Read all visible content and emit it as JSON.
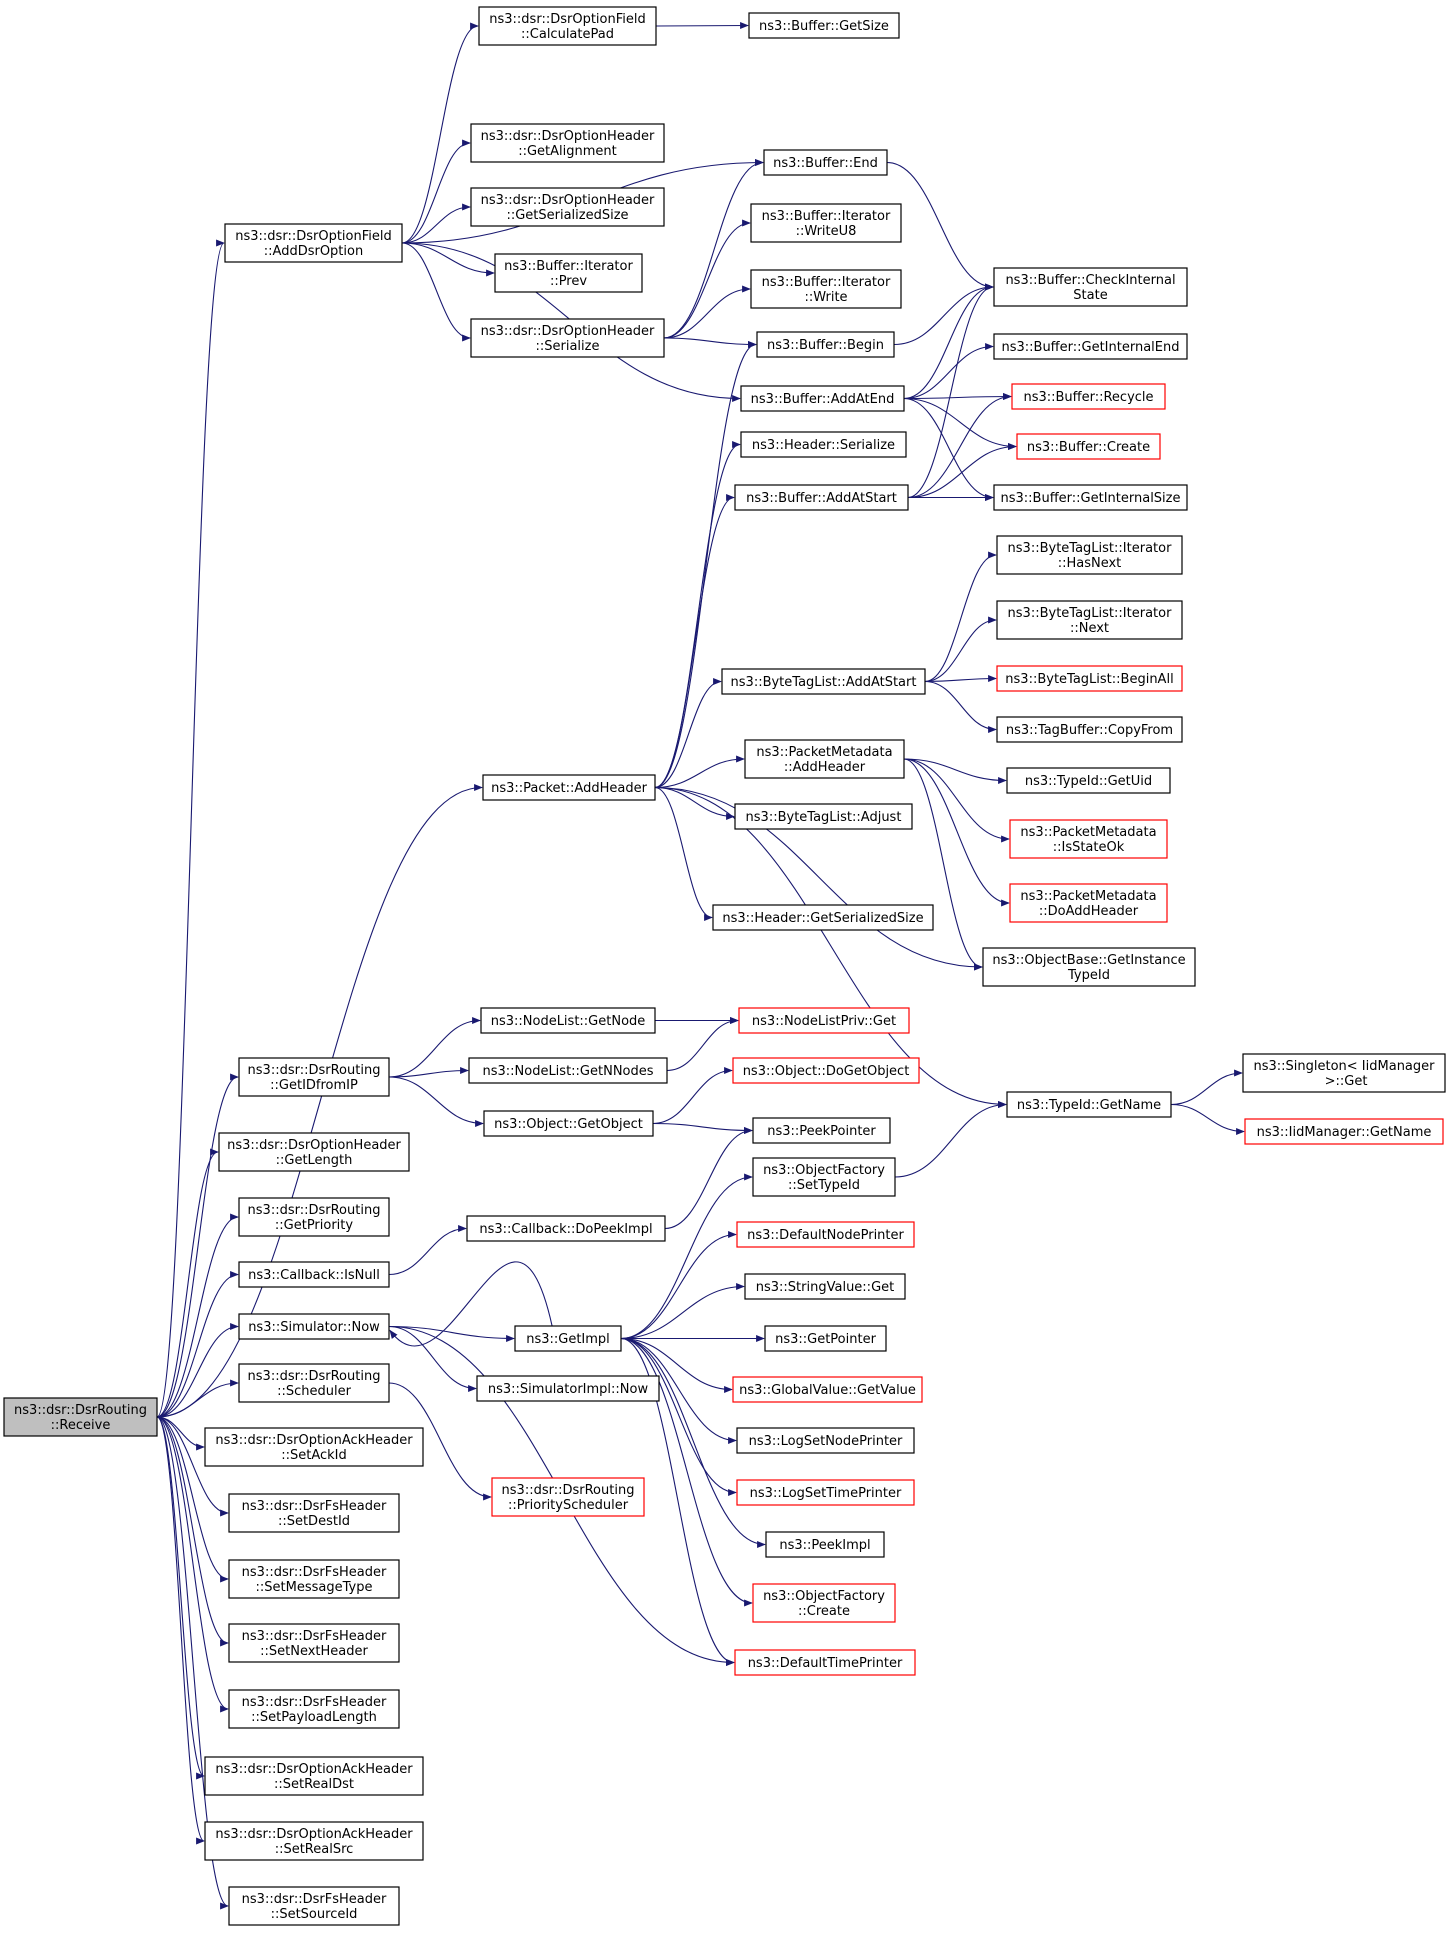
{
  "colors": {
    "edge": "#191970",
    "box_border": "#000000",
    "missing_border": "#ff0000",
    "root_fill": "#bfbfbf",
    "box_fill": "#ffffff"
  },
  "nodes": [
    {
      "id": "n0",
      "lines": [
        "ns3::dsr::DsrRouting",
        "::Receive"
      ],
      "style": "root"
    },
    {
      "id": "n1",
      "lines": [
        "ns3::dsr::DsrOptionField",
        "::AddDsrOption"
      ],
      "style": "normal"
    },
    {
      "id": "n2",
      "lines": [
        "ns3::dsr::DsrOptionField",
        "::CalculatePad"
      ],
      "style": "normal"
    },
    {
      "id": "n3",
      "lines": [
        "ns3::Buffer::GetSize"
      ],
      "style": "normal"
    },
    {
      "id": "n4",
      "lines": [
        "ns3::dsr::DsrOptionHeader",
        "::GetAlignment"
      ],
      "style": "normal"
    },
    {
      "id": "n5",
      "lines": [
        "ns3::dsr::DsrOptionHeader",
        "::GetSerializedSize"
      ],
      "style": "normal"
    },
    {
      "id": "n6",
      "lines": [
        "ns3::Buffer::Iterator",
        "::Prev"
      ],
      "style": "normal"
    },
    {
      "id": "n7",
      "lines": [
        "ns3::dsr::DsrOptionHeader",
        "::Serialize"
      ],
      "style": "normal"
    },
    {
      "id": "n8",
      "lines": [
        "ns3::Buffer::End"
      ],
      "style": "normal"
    },
    {
      "id": "n9",
      "lines": [
        "ns3::Buffer::Iterator",
        "::WriteU8"
      ],
      "style": "normal"
    },
    {
      "id": "n10",
      "lines": [
        "ns3::Buffer::Iterator",
        "::Write"
      ],
      "style": "normal"
    },
    {
      "id": "n11",
      "lines": [
        "ns3::Buffer::Begin"
      ],
      "style": "normal"
    },
    {
      "id": "n12",
      "lines": [
        "ns3::Buffer::CheckInternal",
        "State"
      ],
      "style": "normal"
    },
    {
      "id": "n13",
      "lines": [
        "ns3::Buffer::GetInternalEnd"
      ],
      "style": "normal"
    },
    {
      "id": "n14",
      "lines": [
        "ns3::Buffer::AddAtEnd"
      ],
      "style": "normal"
    },
    {
      "id": "n15",
      "lines": [
        "ns3::Buffer::Recycle"
      ],
      "style": "missing"
    },
    {
      "id": "n16",
      "lines": [
        "ns3::Header::Serialize"
      ],
      "style": "normal"
    },
    {
      "id": "n17",
      "lines": [
        "ns3::Buffer::Create"
      ],
      "style": "missing"
    },
    {
      "id": "n18",
      "lines": [
        "ns3::Buffer::AddAtStart"
      ],
      "style": "normal"
    },
    {
      "id": "n19",
      "lines": [
        "ns3::Buffer::GetInternalSize"
      ],
      "style": "normal"
    },
    {
      "id": "n20",
      "lines": [
        "ns3::ByteTagList::Iterator",
        "::HasNext"
      ],
      "style": "normal"
    },
    {
      "id": "n21",
      "lines": [
        "ns3::ByteTagList::Iterator",
        "::Next"
      ],
      "style": "normal"
    },
    {
      "id": "n22",
      "lines": [
        "ns3::ByteTagList::AddAtStart"
      ],
      "style": "normal"
    },
    {
      "id": "n23",
      "lines": [
        "ns3::ByteTagList::BeginAll"
      ],
      "style": "missing"
    },
    {
      "id": "n24",
      "lines": [
        "ns3::TagBuffer::CopyFrom"
      ],
      "style": "normal"
    },
    {
      "id": "n25",
      "lines": [
        "ns3::PacketMetadata",
        "::AddHeader"
      ],
      "style": "normal"
    },
    {
      "id": "n26",
      "lines": [
        "ns3::TypeId::GetUid"
      ],
      "style": "normal"
    },
    {
      "id": "n27",
      "lines": [
        "ns3::Packet::AddHeader"
      ],
      "style": "normal"
    },
    {
      "id": "n28",
      "lines": [
        "ns3::ByteTagList::Adjust"
      ],
      "style": "normal"
    },
    {
      "id": "n29",
      "lines": [
        "ns3::PacketMetadata",
        "::IsStateOk"
      ],
      "style": "missing"
    },
    {
      "id": "n30",
      "lines": [
        "ns3::PacketMetadata",
        "::DoAddHeader"
      ],
      "style": "missing"
    },
    {
      "id": "n31",
      "lines": [
        "ns3::Header::GetSerializedSize"
      ],
      "style": "normal"
    },
    {
      "id": "n32",
      "lines": [
        "ns3::ObjectBase::GetInstance",
        "TypeId"
      ],
      "style": "normal"
    },
    {
      "id": "n33",
      "lines": [
        "ns3::NodeList::GetNode"
      ],
      "style": "normal"
    },
    {
      "id": "n34",
      "lines": [
        "ns3::NodeListPriv::Get"
      ],
      "style": "missing"
    },
    {
      "id": "n35",
      "lines": [
        "ns3::dsr::DsrRouting",
        "::GetIDfromIP"
      ],
      "style": "normal"
    },
    {
      "id": "n36",
      "lines": [
        "ns3::NodeList::GetNNodes"
      ],
      "style": "normal"
    },
    {
      "id": "n37",
      "lines": [
        "ns3::Object::DoGetObject"
      ],
      "style": "missing"
    },
    {
      "id": "n38",
      "lines": [
        "ns3::Singleton< IidManager",
        " >::Get"
      ],
      "style": "normal"
    },
    {
      "id": "n39",
      "lines": [
        "ns3::TypeId::GetName"
      ],
      "style": "normal"
    },
    {
      "id": "n40",
      "lines": [
        "ns3::Object::GetObject"
      ],
      "style": "normal"
    },
    {
      "id": "n41",
      "lines": [
        "ns3::PeekPointer"
      ],
      "style": "normal"
    },
    {
      "id": "n42",
      "lines": [
        "ns3::IidManager::GetName"
      ],
      "style": "missing"
    },
    {
      "id": "n43",
      "lines": [
        "ns3::dsr::DsrOptionHeader",
        "::GetLength"
      ],
      "style": "normal"
    },
    {
      "id": "n44",
      "lines": [
        "ns3::ObjectFactory",
        "::SetTypeId"
      ],
      "style": "normal"
    },
    {
      "id": "n45",
      "lines": [
        "ns3::dsr::DsrRouting",
        "::GetPriority"
      ],
      "style": "normal"
    },
    {
      "id": "n46",
      "lines": [
        "ns3::Callback::DoPeekImpl"
      ],
      "style": "normal"
    },
    {
      "id": "n47",
      "lines": [
        "ns3::DefaultNodePrinter"
      ],
      "style": "missing"
    },
    {
      "id": "n48",
      "lines": [
        "ns3::Callback::IsNull"
      ],
      "style": "normal"
    },
    {
      "id": "n49",
      "lines": [
        "ns3::StringValue::Get"
      ],
      "style": "normal"
    },
    {
      "id": "n50",
      "lines": [
        "ns3::Simulator::Now"
      ],
      "style": "normal"
    },
    {
      "id": "n51",
      "lines": [
        "ns3::GetImpl"
      ],
      "style": "normal"
    },
    {
      "id": "n52",
      "lines": [
        "ns3::GetPointer"
      ],
      "style": "normal"
    },
    {
      "id": "n53",
      "lines": [
        "ns3::dsr::DsrRouting",
        "::Scheduler"
      ],
      "style": "normal"
    },
    {
      "id": "n54",
      "lines": [
        "ns3::SimulatorImpl::Now"
      ],
      "style": "normal"
    },
    {
      "id": "n55",
      "lines": [
        "ns3::GlobalValue::GetValue"
      ],
      "style": "missing"
    },
    {
      "id": "n56",
      "lines": [
        "ns3::dsr::DsrOptionAckHeader",
        "::SetAckId"
      ],
      "style": "normal"
    },
    {
      "id": "n57",
      "lines": [
        "ns3::LogSetNodePrinter"
      ],
      "style": "normal"
    },
    {
      "id": "n58",
      "lines": [
        "ns3::dsr::DsrRouting",
        "::PriorityScheduler"
      ],
      "style": "missing"
    },
    {
      "id": "n59",
      "lines": [
        "ns3::LogSetTimePrinter"
      ],
      "style": "missing"
    },
    {
      "id": "n60",
      "lines": [
        "ns3::dsr::DsrFsHeader",
        "::SetDestId"
      ],
      "style": "normal"
    },
    {
      "id": "n61",
      "lines": [
        "ns3::PeekImpl"
      ],
      "style": "normal"
    },
    {
      "id": "n62",
      "lines": [
        "ns3::dsr::DsrFsHeader",
        "::SetMessageType"
      ],
      "style": "normal"
    },
    {
      "id": "n63",
      "lines": [
        "ns3::ObjectFactory",
        "::Create"
      ],
      "style": "missing"
    },
    {
      "id": "n64",
      "lines": [
        "ns3::dsr::DsrFsHeader",
        "::SetNextHeader"
      ],
      "style": "normal"
    },
    {
      "id": "n65",
      "lines": [
        "ns3::DefaultTimePrinter"
      ],
      "style": "missing"
    },
    {
      "id": "n66",
      "lines": [
        "ns3::dsr::DsrFsHeader",
        "::SetPayloadLength"
      ],
      "style": "normal"
    },
    {
      "id": "n67",
      "lines": [
        "ns3::dsr::DsrOptionAckHeader",
        "::SetRealDst"
      ],
      "style": "normal"
    },
    {
      "id": "n68",
      "lines": [
        "ns3::dsr::DsrOptionAckHeader",
        "::SetRealSrc"
      ],
      "style": "normal"
    },
    {
      "id": "n69",
      "lines": [
        "ns3::dsr::DsrFsHeader",
        "::SetSourceId"
      ],
      "style": "normal"
    }
  ],
  "edges": [
    [
      "n0",
      "n1"
    ],
    [
      "n0",
      "n27"
    ],
    [
      "n0",
      "n35"
    ],
    [
      "n0",
      "n43"
    ],
    [
      "n0",
      "n45"
    ],
    [
      "n0",
      "n48"
    ],
    [
      "n0",
      "n50"
    ],
    [
      "n0",
      "n53"
    ],
    [
      "n0",
      "n56"
    ],
    [
      "n0",
      "n60"
    ],
    [
      "n0",
      "n62"
    ],
    [
      "n0",
      "n64"
    ],
    [
      "n0",
      "n66"
    ],
    [
      "n0",
      "n67"
    ],
    [
      "n0",
      "n68"
    ],
    [
      "n0",
      "n69"
    ],
    [
      "n1",
      "n2"
    ],
    [
      "n1",
      "n8"
    ],
    [
      "n1",
      "n4"
    ],
    [
      "n1",
      "n5"
    ],
    [
      "n1",
      "n6"
    ],
    [
      "n1",
      "n7"
    ],
    [
      "n1",
      "n14"
    ],
    [
      "n2",
      "n3"
    ],
    [
      "n8",
      "n12"
    ],
    [
      "n7",
      "n8"
    ],
    [
      "n7",
      "n9"
    ],
    [
      "n7",
      "n10"
    ],
    [
      "n7",
      "n11"
    ],
    [
      "n11",
      "n12"
    ],
    [
      "n14",
      "n12"
    ],
    [
      "n14",
      "n13"
    ],
    [
      "n14",
      "n15"
    ],
    [
      "n14",
      "n17"
    ],
    [
      "n14",
      "n19"
    ],
    [
      "n18",
      "n12"
    ],
    [
      "n18",
      "n17"
    ],
    [
      "n18",
      "n19"
    ],
    [
      "n18",
      "n15"
    ],
    [
      "n27",
      "n11"
    ],
    [
      "n27",
      "n16"
    ],
    [
      "n27",
      "n18"
    ],
    [
      "n27",
      "n22"
    ],
    [
      "n27",
      "n25"
    ],
    [
      "n27",
      "n28"
    ],
    [
      "n27",
      "n31"
    ],
    [
      "n27",
      "n32"
    ],
    [
      "n27",
      "n39"
    ],
    [
      "n22",
      "n20"
    ],
    [
      "n22",
      "n21"
    ],
    [
      "n22",
      "n23"
    ],
    [
      "n22",
      "n24"
    ],
    [
      "n25",
      "n26"
    ],
    [
      "n25",
      "n29"
    ],
    [
      "n25",
      "n30"
    ],
    [
      "n25",
      "n32"
    ],
    [
      "n35",
      "n33"
    ],
    [
      "n35",
      "n36"
    ],
    [
      "n35",
      "n40"
    ],
    [
      "n33",
      "n34"
    ],
    [
      "n36",
      "n34"
    ],
    [
      "n40",
      "n37"
    ],
    [
      "n40",
      "n41"
    ],
    [
      "n39",
      "n38"
    ],
    [
      "n39",
      "n42"
    ],
    [
      "n48",
      "n46"
    ],
    [
      "n46",
      "n41"
    ],
    [
      "n50",
      "n51"
    ],
    [
      "n50",
      "n54"
    ],
    [
      "n50",
      "n65"
    ],
    [
      "n51",
      "n44"
    ],
    [
      "n51",
      "n47"
    ],
    [
      "n51",
      "n49"
    ],
    [
      "n51",
      "n52"
    ],
    [
      "n51",
      "n55"
    ],
    [
      "n51",
      "n57"
    ],
    [
      "n51",
      "n59"
    ],
    [
      "n51",
      "n61"
    ],
    [
      "n51",
      "n63"
    ],
    [
      "n51",
      "n65"
    ],
    [
      "n51",
      "n50"
    ],
    [
      "n44",
      "n39"
    ],
    [
      "n53",
      "n58"
    ]
  ]
}
